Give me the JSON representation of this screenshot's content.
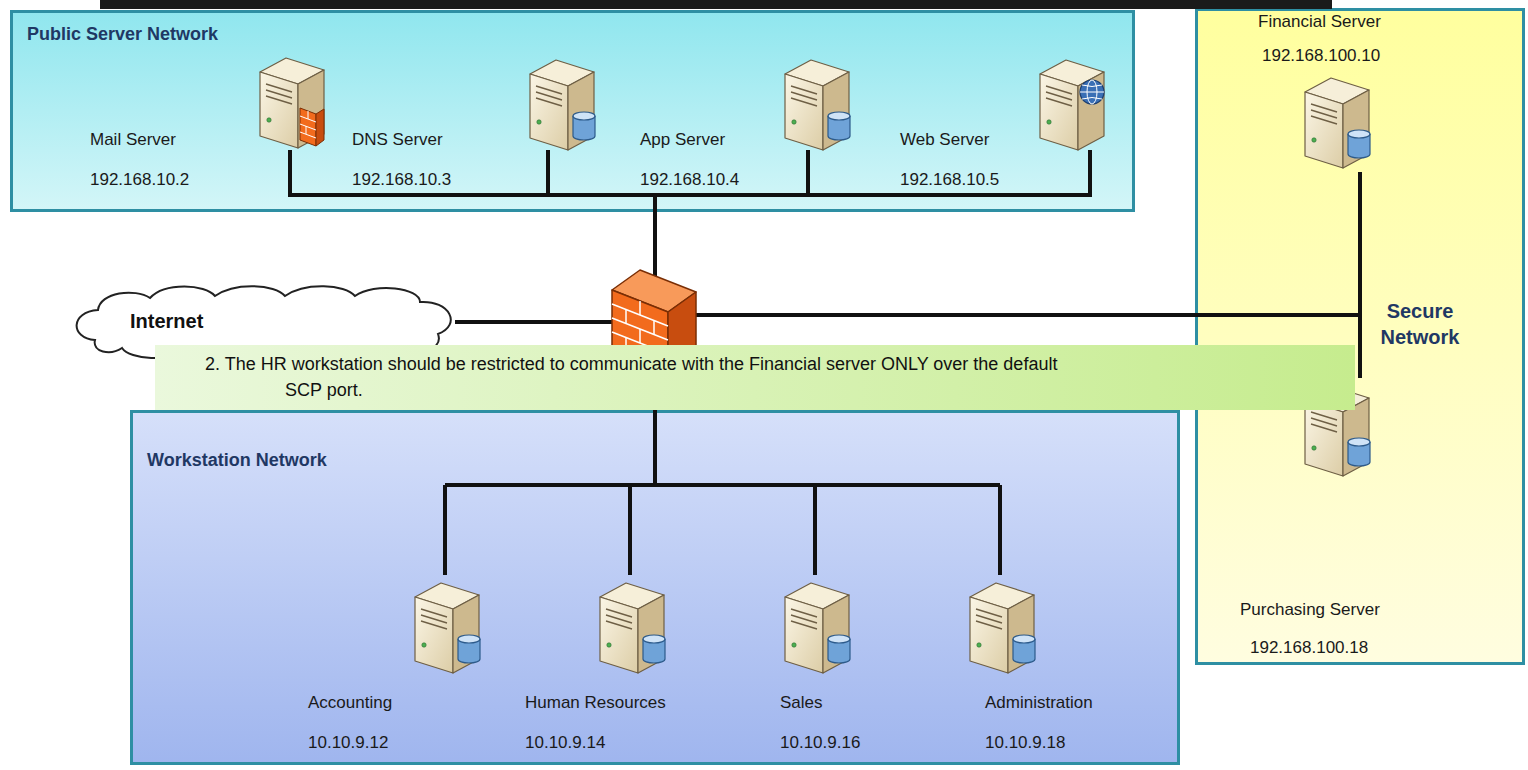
{
  "diagram": {
    "nodes": [
      {
        "text": [
          "Public Server Network"
        ]
      },
      {
        "text": [
          "Mail Server",
          "192.168.10.2"
        ],
        "in": 0
      },
      {
        "text": [
          "DNS Server",
          "192.168.10.3"
        ],
        "in": 0
      },
      {
        "text": [
          "App Server",
          "192.168.10.4"
        ],
        "in": 0
      },
      {
        "text": [
          "Web Server",
          "192.168.10.5"
        ],
        "in": 0
      },
      {
        "text": [
          "Internet"
        ]
      },
      {
        "text": [
          "Secure Network"
        ]
      },
      {
        "text": [
          "Financial Server",
          "192.168.100.10"
        ],
        "in": 6
      },
      {
        "text": [
          "Purchasing Server",
          "192.168.100.18"
        ],
        "in": 6
      },
      {
        "text": [
          "2. The HR workstation should be restricted to communicate with the Financial server ONLY over the default SCP port."
        ]
      },
      {
        "text": [
          "Workstation Network"
        ]
      },
      {
        "text": [
          "Accounting",
          "10.10.9.12"
        ],
        "in": 10
      },
      {
        "text": [
          "Human Resources",
          "10.10.9.14"
        ],
        "in": 10
      },
      {
        "text": [
          "Sales",
          "10.10.9.16"
        ],
        "in": 10
      },
      {
        "text": [
          "Administration",
          "10.10.9.18"
        ],
        "in": 10
      }
    ],
    "edges": [
      {
        "from": 7,
        "to": 8,
        "arrow": "none"
      }
    ]
  }
}
